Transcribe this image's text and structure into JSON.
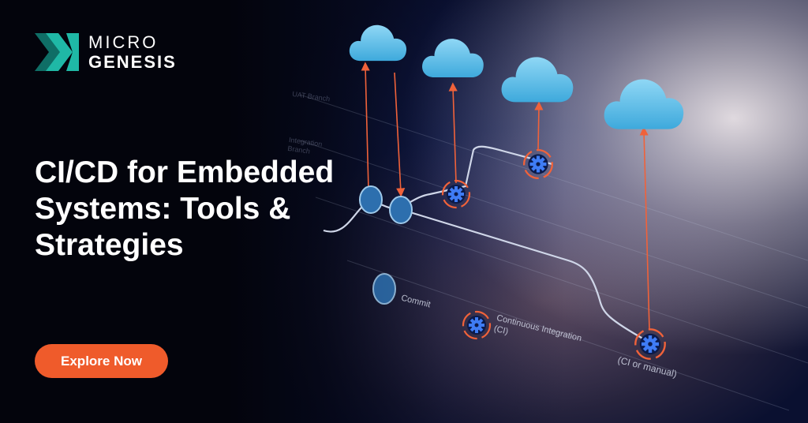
{
  "brand": {
    "name_line1": "MICRO",
    "name_line2": "GENESIS",
    "colors": {
      "mark_teal": "#1fb8a6",
      "mark_dark": "#0f6e66"
    }
  },
  "headline": {
    "line1": "CI/CD for Embedded",
    "line2": "Systems: Tools &",
    "line3": "Strategies"
  },
  "cta": {
    "label": "Explore Now",
    "color": "#ef5b2b"
  },
  "diagram": {
    "branch_labels": {
      "uat": "UAT Branch",
      "integration": "Integration Branch"
    },
    "commit_label": "Commit",
    "ci_label": "Continuous Integration  (CI)",
    "cd_label": "(CI or manual)",
    "icons": [
      "cloud-icon",
      "gear-icon",
      "commit-node-icon"
    ],
    "colors": {
      "arrow": "#f0623a",
      "cloud": "#6ec9ee",
      "line": "#cfd6e8"
    }
  }
}
